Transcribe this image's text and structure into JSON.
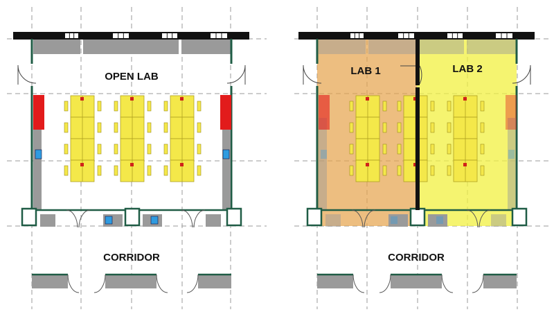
{
  "left_plan": {
    "room_label": "OPEN LAB",
    "corridor_label": "CORRIDOR"
  },
  "right_plan": {
    "room_labels": [
      "LAB 1",
      "LAB 2"
    ],
    "corridor_label": "CORRIDOR"
  },
  "colors": {
    "wall_exterior": "#111111",
    "wall_interior": "#1f5c45",
    "counter": "#9a9a9a",
    "bench": "#f4e84a",
    "fume_hood": "#e21b1b",
    "sink": "#2f9be0",
    "lab1_zone": "#e6a24a",
    "lab2_zone": "#f2f040",
    "gridline": "#9a9a9a"
  }
}
